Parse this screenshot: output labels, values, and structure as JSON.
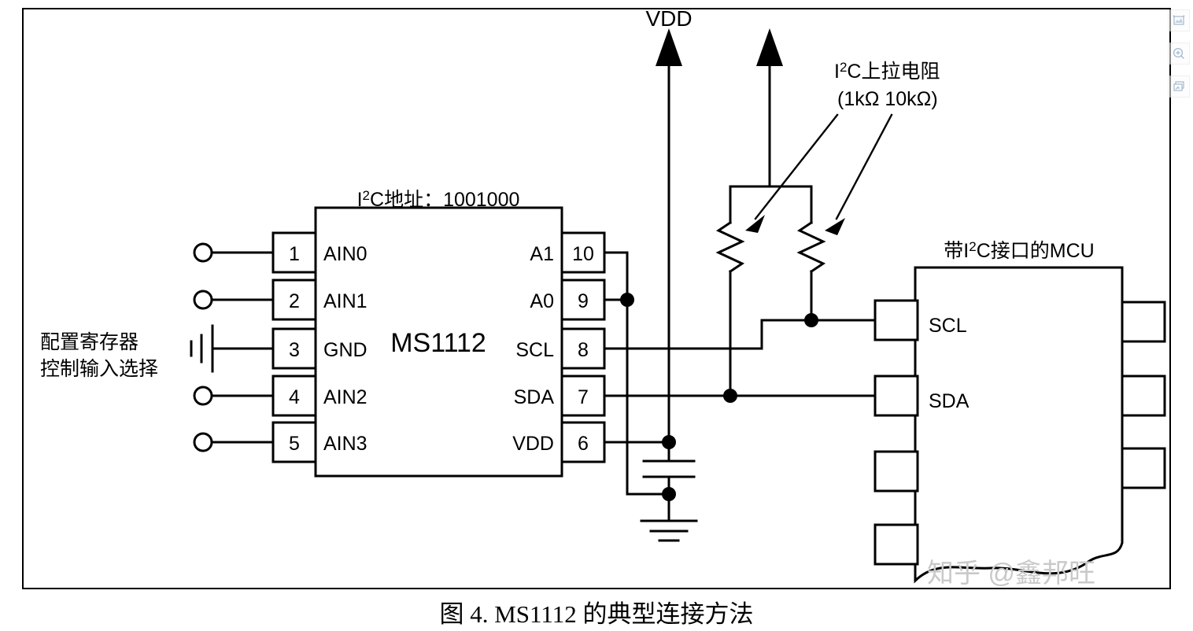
{
  "figure": {
    "caption": "图 4. MS1112 的典型连接方法",
    "watermark": "知乎 @鑫邦旺"
  },
  "chip": {
    "name": "MS1112",
    "address_label": "I",
    "address_sup": "2",
    "address_rest": "C地址：1001000",
    "left_pins": [
      {
        "number": "1",
        "label": "AIN0"
      },
      {
        "number": "2",
        "label": "AIN1"
      },
      {
        "number": "3",
        "label": "GND"
      },
      {
        "number": "4",
        "label": "AIN2"
      },
      {
        "number": "5",
        "label": "AIN3"
      }
    ],
    "right_pins": [
      {
        "number": "10",
        "label": "A1"
      },
      {
        "number": "9",
        "label": "A0"
      },
      {
        "number": "8",
        "label": "SCL"
      },
      {
        "number": "7",
        "label": "SDA"
      },
      {
        "number": "6",
        "label": "VDD"
      }
    ]
  },
  "left_annotation": {
    "line1": "配置寄存器",
    "line2": "控制输入选择"
  },
  "supply": {
    "vdd_label": "VDD"
  },
  "pullup": {
    "title_pre": "I",
    "title_sup": "2",
    "title_rest": "C上拉电阻",
    "values": "(1kΩ 10kΩ)"
  },
  "mcu": {
    "title_pre": "带I",
    "title_sup": "2",
    "title_rest": "C接口的MCU",
    "pins": [
      {
        "label": "SCL"
      },
      {
        "label": "SDA"
      }
    ]
  },
  "toolbar": {
    "buttons": [
      {
        "icon": "image-icon"
      },
      {
        "icon": "zoom-in-icon"
      },
      {
        "icon": "copy-icon"
      }
    ]
  },
  "colors": {
    "ink": "#000000",
    "paper": "#ffffff",
    "watermark": "#c9c9c9"
  }
}
